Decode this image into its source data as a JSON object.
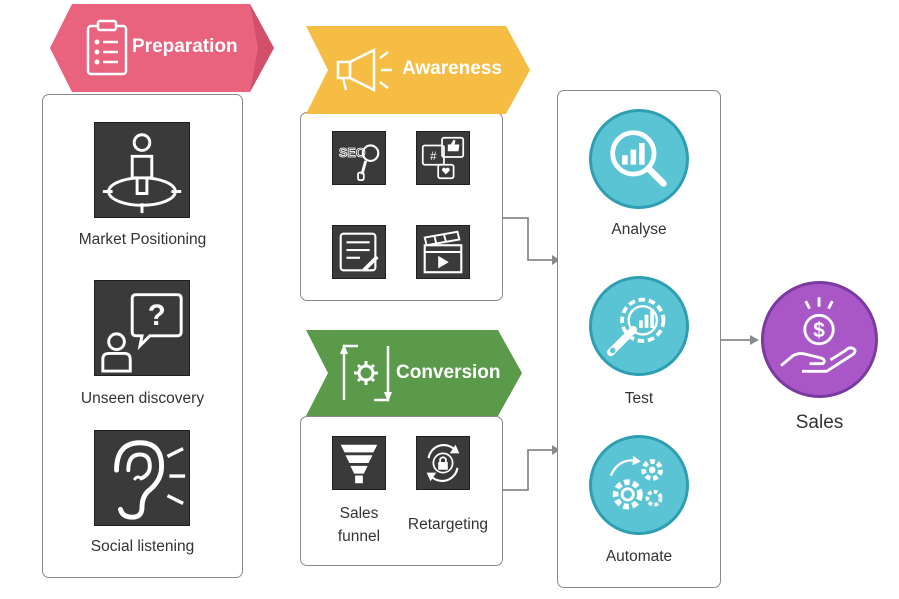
{
  "stages": {
    "preparation": {
      "title": "Preparation",
      "items": [
        {
          "label": "Market Positioning",
          "icon": "person-target-icon"
        },
        {
          "label": "Unseen discovery",
          "icon": "person-question-icon"
        },
        {
          "label": "Social listening",
          "icon": "ear-icon"
        }
      ]
    },
    "awareness": {
      "title": "Awareness",
      "items": [
        {
          "icon": "seo-icon"
        },
        {
          "icon": "social-media-icon"
        },
        {
          "icon": "content-writing-icon"
        },
        {
          "icon": "video-clapper-icon"
        }
      ]
    },
    "conversion": {
      "title": "Conversion",
      "items": [
        {
          "label_line1": "Sales",
          "label_line2": "funnel",
          "icon": "funnel-icon"
        },
        {
          "label": "Retargeting",
          "icon": "retargeting-icon"
        }
      ]
    },
    "optimize": {
      "items": [
        {
          "label": "Analyse",
          "icon": "analytics-magnifier-icon"
        },
        {
          "label": "Test",
          "icon": "wrench-gear-chart-icon"
        },
        {
          "label": "Automate",
          "icon": "gears-icon"
        }
      ]
    },
    "outcome": {
      "label": "Sales",
      "icon": "hand-dollar-icon"
    }
  },
  "colors": {
    "preparation": "#e9637f",
    "awareness": "#f5bd44",
    "conversion": "#5a9a4a",
    "circle_blue": "#5bc4d4",
    "sales_purple": "#a957c7",
    "tile_bg": "#3a3a3a",
    "border": "#8a8a8a"
  }
}
